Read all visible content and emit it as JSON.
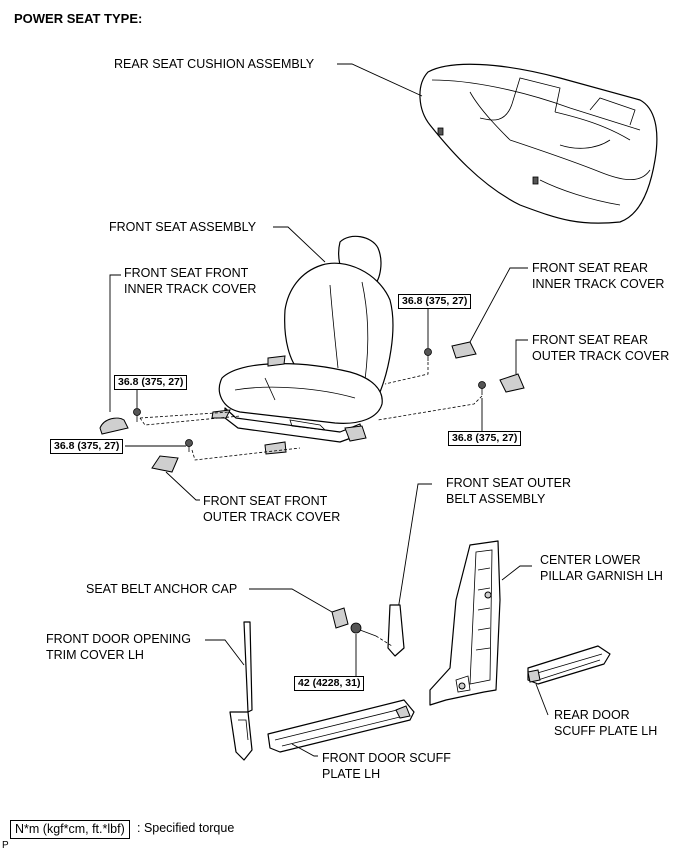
{
  "title": "POWER SEAT TYPE:",
  "labels": {
    "rear_seat_cushion": "REAR SEAT CUSHION ASSEMBLY",
    "front_seat": "FRONT SEAT ASSEMBLY",
    "fs_front_inner_1": "FRONT SEAT FRONT",
    "fs_front_inner_2": "INNER TRACK COVER",
    "fs_rear_inner_1": "FRONT SEAT REAR",
    "fs_rear_inner_2": "INNER TRACK COVER",
    "fs_rear_outer_1": "FRONT SEAT REAR",
    "fs_rear_outer_2": "OUTER TRACK COVER",
    "fs_front_outer_1": "FRONT SEAT FRONT",
    "fs_front_outer_2": "OUTER TRACK COVER",
    "outer_belt_1": "FRONT SEAT OUTER",
    "outer_belt_2": "BELT ASSEMBLY",
    "center_pillar_1": "CENTER LOWER",
    "center_pillar_2": "PILLAR GARNISH LH",
    "anchor_cap": "SEAT BELT ANCHOR CAP",
    "door_trim_1": "FRONT DOOR OPENING",
    "door_trim_2": "TRIM COVER LH",
    "rear_scuff_1": "REAR DOOR",
    "rear_scuff_2": "SCUFF PLATE LH",
    "front_scuff_1": "FRONT DOOR SCUFF",
    "front_scuff_2": "PLATE LH"
  },
  "torques": {
    "t1": "36.8 (375, 27)",
    "t2": "36.8 (375, 27)",
    "t3": "36.8 (375, 27)",
    "t4": "36.8 (375, 27)",
    "t5": "42 (4228, 31)"
  },
  "legend": {
    "unit": "N*m (kgf*cm, ft.*lbf)",
    "description": ": Specified torque"
  },
  "corner_mark": "P"
}
